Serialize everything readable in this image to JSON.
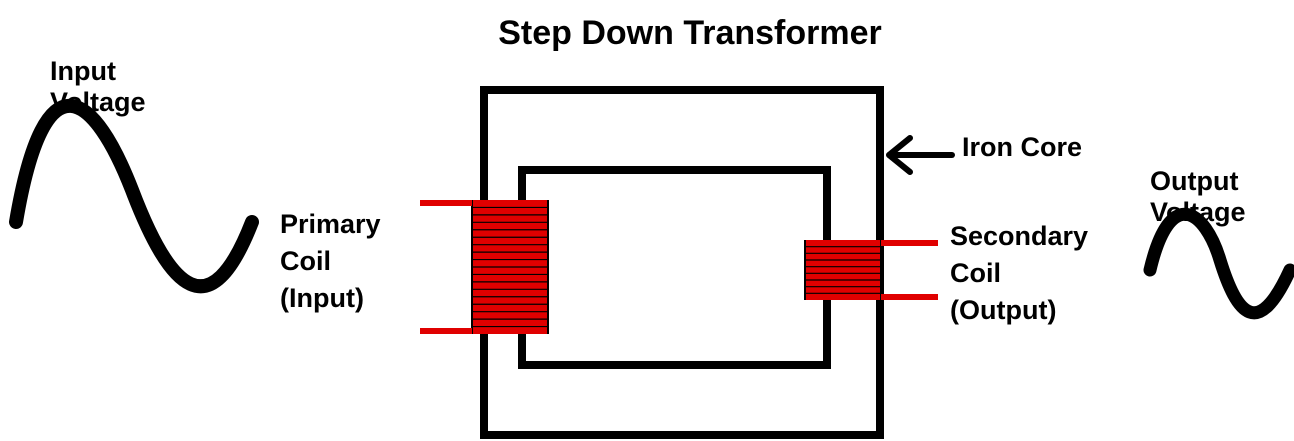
{
  "title": "Step Down Transformer",
  "labels": {
    "input_voltage": [
      "Input",
      "Voltage"
    ],
    "output_voltage": [
      "Output",
      "Voltage"
    ],
    "iron_core": "Iron Core",
    "primary_coil": [
      "Primary",
      "Coil",
      "(Input)"
    ],
    "secondary_coil": [
      "Secondary",
      "Coil",
      "(Output)"
    ]
  },
  "coils": {
    "primary_turns": 18,
    "secondary_turns": 9
  },
  "colors": {
    "line": "#000000",
    "coil": "#e00000",
    "background": "#ffffff"
  }
}
